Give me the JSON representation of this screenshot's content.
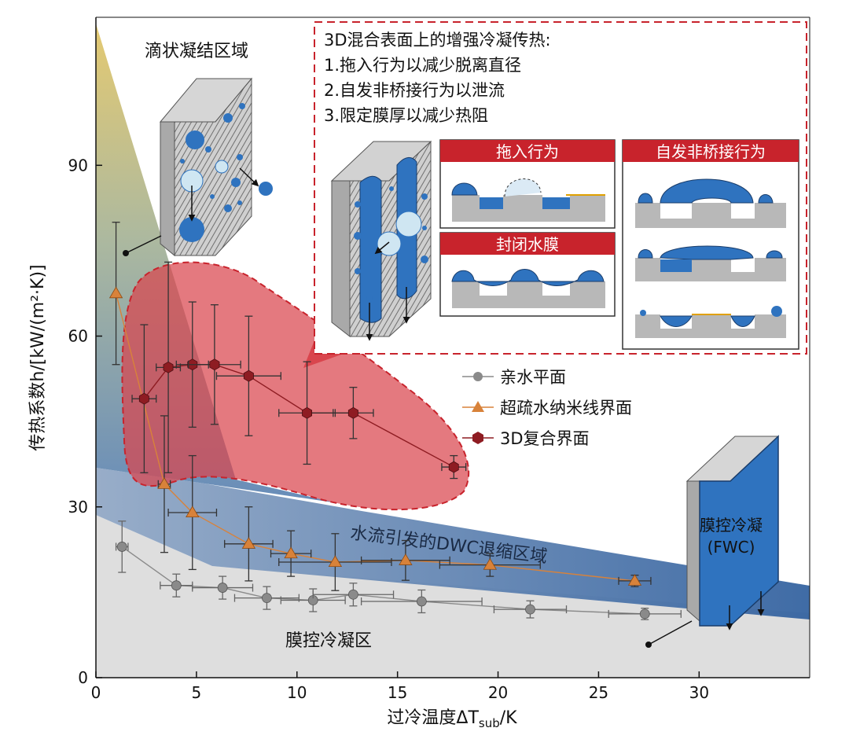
{
  "chart_data": {
    "type": "scatter",
    "title": "",
    "xlabel": "过冷温度ΔT",
    "xlabel_sub": "sub",
    "xlabel_unit": "/K",
    "ylabel": "传热系数h/[kW/(m²·K)]",
    "xlim": [
      0,
      35.5
    ],
    "ylim": [
      0,
      116
    ],
    "xticks": [
      0,
      5,
      10,
      15,
      20,
      25,
      30
    ],
    "yticks": [
      0,
      30,
      60,
      90
    ],
    "legend_position": "center-right",
    "series": [
      {
        "name": "亲水平面",
        "marker": "circle",
        "color": "#8a8a8a",
        "points": [
          {
            "x": 1.3,
            "y": 23,
            "xerr": 0.3,
            "yerr": 4.5
          },
          {
            "x": 4.0,
            "y": 16.2,
            "xerr": 0.8,
            "yerr": 2
          },
          {
            "x": 6.3,
            "y": 15.8,
            "xerr": 1.5,
            "yerr": 2
          },
          {
            "x": 8.5,
            "y": 14,
            "xerr": 1.6,
            "yerr": 2
          },
          {
            "x": 10.8,
            "y": 13.6,
            "xerr": 1.6,
            "yerr": 2
          },
          {
            "x": 12.8,
            "y": 14.6,
            "xerr": 2.0,
            "yerr": 2
          },
          {
            "x": 16.2,
            "y": 13.4,
            "xerr": 3.0,
            "yerr": 2
          },
          {
            "x": 21.6,
            "y": 12,
            "xerr": 1.8,
            "yerr": 1.5
          },
          {
            "x": 27.3,
            "y": 11.2,
            "xerr": 1.8,
            "yerr": 1
          }
        ]
      },
      {
        "name": "超疏水纳米线界面",
        "marker": "triangle",
        "color": "#d8823a",
        "points": [
          {
            "x": 1.0,
            "y": 67.5,
            "xerr": 0,
            "yerr": 12.5
          },
          {
            "x": 3.4,
            "y": 34,
            "xerr": 0.3,
            "yerr": 12
          },
          {
            "x": 4.8,
            "y": 29,
            "xerr": 1.2,
            "yerr": 10
          },
          {
            "x": 7.6,
            "y": 23.5,
            "xerr": 1.2,
            "yerr": 6.5
          },
          {
            "x": 9.7,
            "y": 21.8,
            "xerr": 1.0,
            "yerr": 4
          },
          {
            "x": 11.9,
            "y": 20.3,
            "xerr": 2.8,
            "yerr": 5
          },
          {
            "x": 15.4,
            "y": 20.6,
            "xerr": 2.2,
            "yerr": 3.5
          },
          {
            "x": 19.6,
            "y": 19.8,
            "xerr": 2.5,
            "yerr": 2
          },
          {
            "x": 26.8,
            "y": 17,
            "xerr": 0.8,
            "yerr": 1
          }
        ]
      },
      {
        "name": "3D复合界面",
        "marker": "hexagon",
        "color": "#8e1c22",
        "points": [
          {
            "x": 2.4,
            "y": 49,
            "xerr": 0.6,
            "yerr": 13
          },
          {
            "x": 3.6,
            "y": 54.5,
            "xerr": 0.6,
            "yerr": 18.5
          },
          {
            "x": 4.8,
            "y": 55,
            "xerr": 0.8,
            "yerr": 11
          },
          {
            "x": 5.9,
            "y": 55,
            "xerr": 1.3,
            "yerr": 10.5
          },
          {
            "x": 7.6,
            "y": 53,
            "xerr": 1.6,
            "yerr": 10.5
          },
          {
            "x": 10.5,
            "y": 46.5,
            "xerr": 1.4,
            "yerr": 9
          },
          {
            "x": 12.8,
            "y": 46.5,
            "xerr": 1.0,
            "yerr": 4.5
          },
          {
            "x": 17.8,
            "y": 37,
            "xerr": 0.6,
            "yerr": 2
          }
        ]
      }
    ],
    "regions": [
      {
        "label": "滴状凝结区域",
        "color": "#d8c05a"
      },
      {
        "label": "水流引发的DWC退缩区域",
        "color": "#3a6ea6"
      },
      {
        "label": "膜控冷凝区",
        "color": "#d9d9d9"
      }
    ]
  },
  "annotations": {
    "fwc_label_1": "膜控冷凝",
    "fwc_label_2": "(FWC)",
    "inset_title": "3D混合表面上的增强冷凝传热:",
    "inset_items": [
      "1.拖入行为以减少脱离直径",
      "2.自发非桥接行为以泄流",
      "3.限定膜厚以减少热阻"
    ],
    "panel_drag": "拖入行为",
    "panel_film": "封闭水膜",
    "panel_nonbridge": "自发非桥接行为"
  },
  "colors": {
    "blue": "#2f73bf",
    "droplet_light": "#cfe6f2",
    "red_banner": "#c8232c",
    "red_blob": "#d9454d",
    "gray_block": "#b3b3b3",
    "gold_line": "#e0a000"
  }
}
